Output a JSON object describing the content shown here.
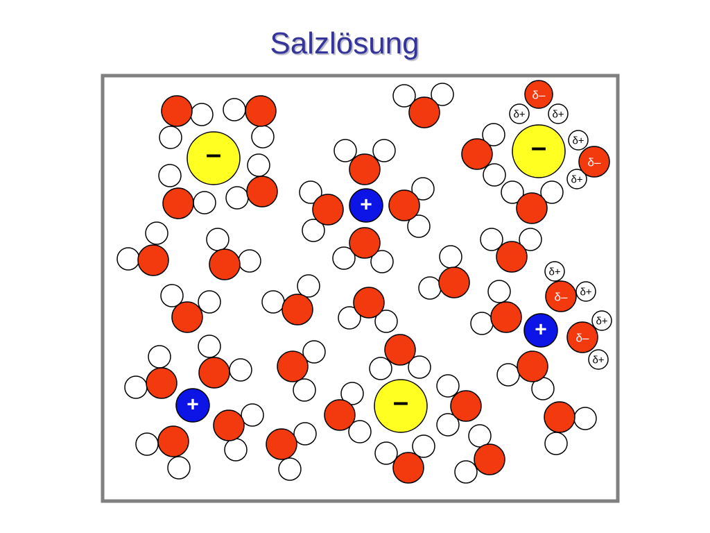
{
  "title": "Salzlösung",
  "colors": {
    "oxygen": "#f33a0f",
    "hydrogen": "#ffffff",
    "anion": "#ffff22",
    "cation": "#0c14e6",
    "outline": "#000000",
    "frame": "#808080",
    "title": "#34349a"
  },
  "ion_signs": {
    "anion": "–",
    "cation": "+"
  },
  "partial_charges": {
    "positive": "δ+",
    "negative": "δ–"
  }
}
